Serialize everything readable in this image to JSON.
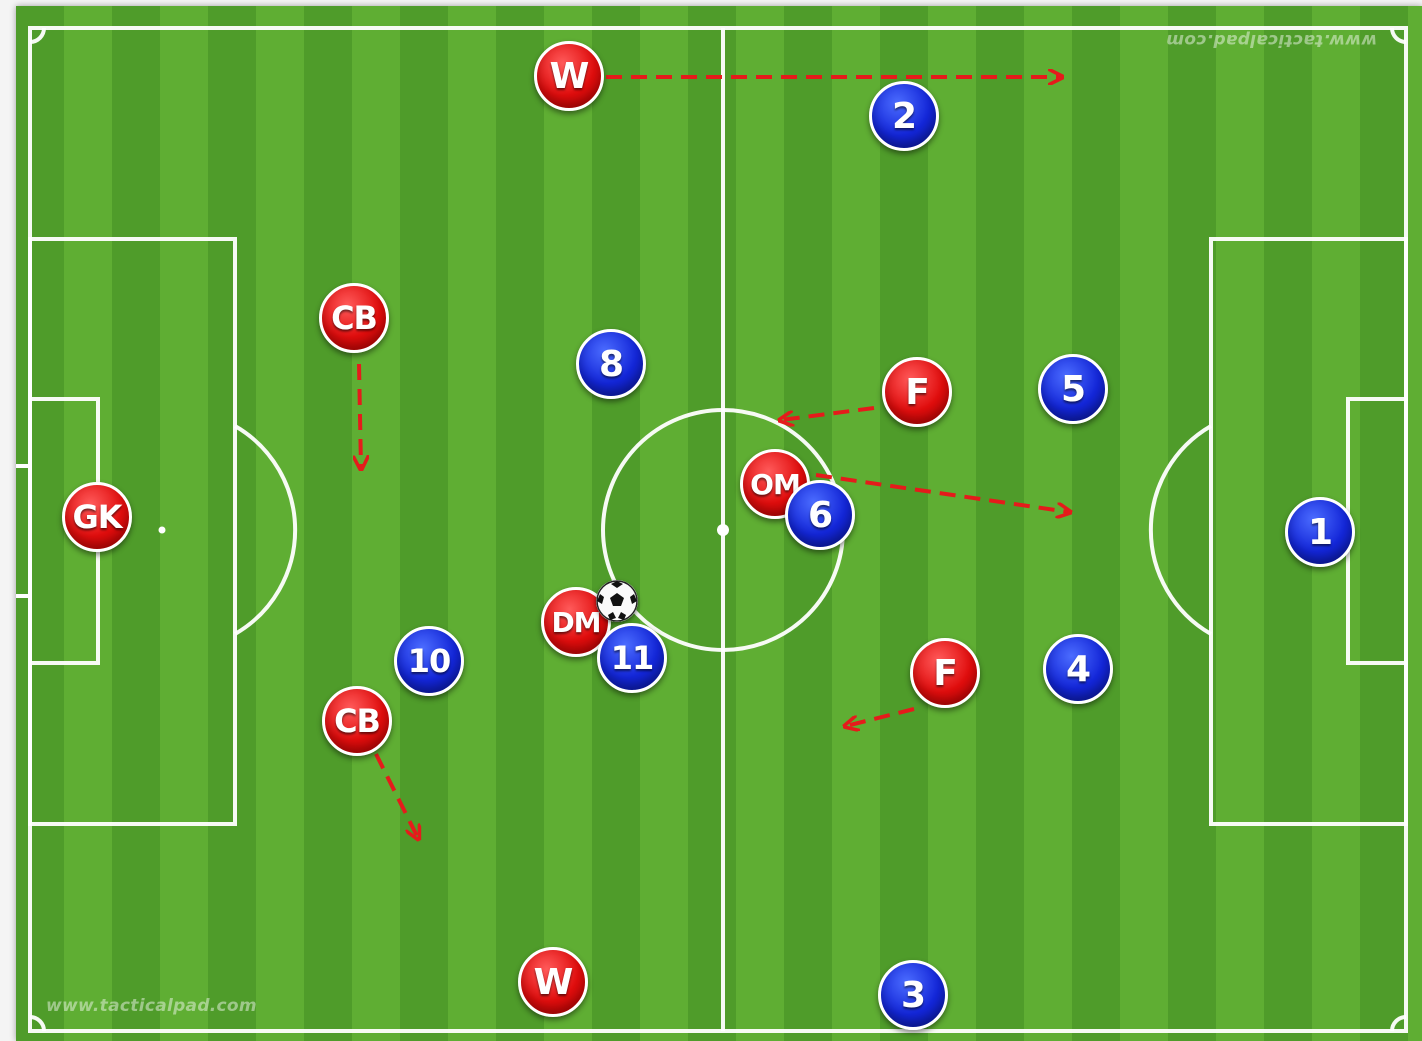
{
  "watermark": "www.tacticalpad.com",
  "colors": {
    "pitch_light": "#5fae33",
    "pitch_dark": "#4f9c2a",
    "line": "#ffffff",
    "red_team": "#e00d0d",
    "blue_team": "#1326d8",
    "arrow": "#e51b1b"
  },
  "red_players": [
    {
      "label": "W"
    },
    {
      "label": "CB"
    },
    {
      "label": "GK"
    },
    {
      "label": "CB"
    },
    {
      "label": "DM"
    },
    {
      "label": "OM"
    },
    {
      "label": "F"
    },
    {
      "label": "F"
    },
    {
      "label": "W"
    }
  ],
  "blue_players": [
    {
      "label": "2"
    },
    {
      "label": "8"
    },
    {
      "label": "5"
    },
    {
      "label": "6"
    },
    {
      "label": "1"
    },
    {
      "label": "10"
    },
    {
      "label": "11"
    },
    {
      "label": "4"
    },
    {
      "label": "3"
    }
  ],
  "ball": {
    "icon": "soccer-ball-icon"
  }
}
